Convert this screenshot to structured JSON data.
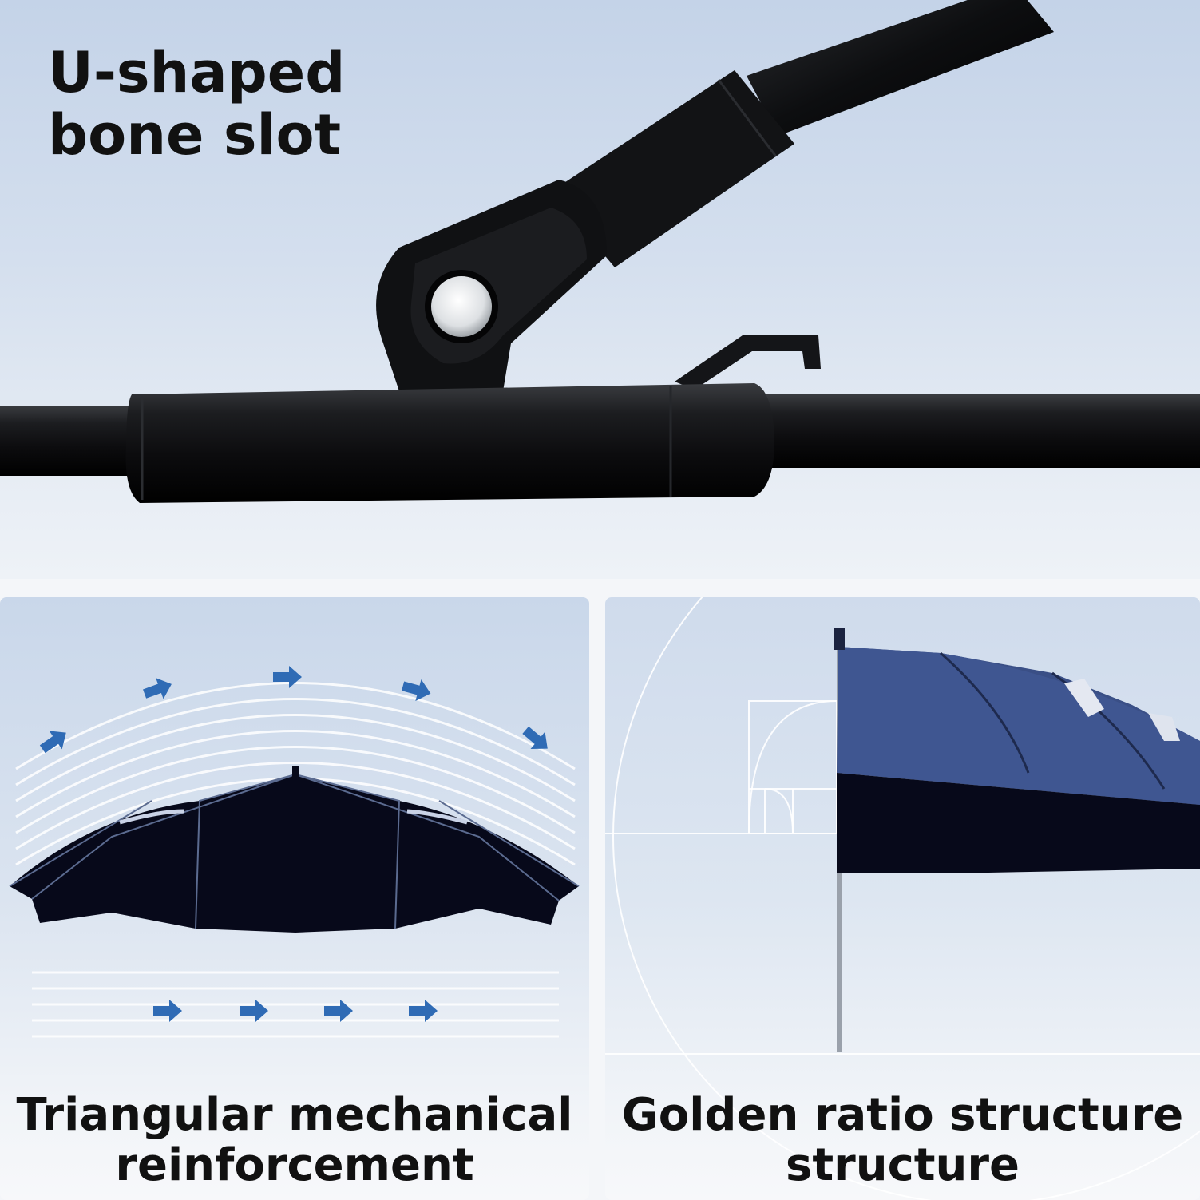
{
  "top_panel": {
    "title_lines": [
      "U-shaped",
      "bone slot"
    ]
  },
  "left_panel": {
    "caption_lines": [
      "Triangular mechanical",
      "reinforcement"
    ]
  },
  "right_panel": {
    "caption_lines": [
      "Golden ratio structure",
      "structure"
    ]
  },
  "colors": {
    "arrow_blue": "#2f6bb5",
    "canopy_dark": "#07091a",
    "canopy_blue": "#3a4f86",
    "metal_black": "#111214"
  },
  "icons": [
    "wind-arrow-icon",
    "umbrella-canopy",
    "golden-spiral-guide"
  ]
}
